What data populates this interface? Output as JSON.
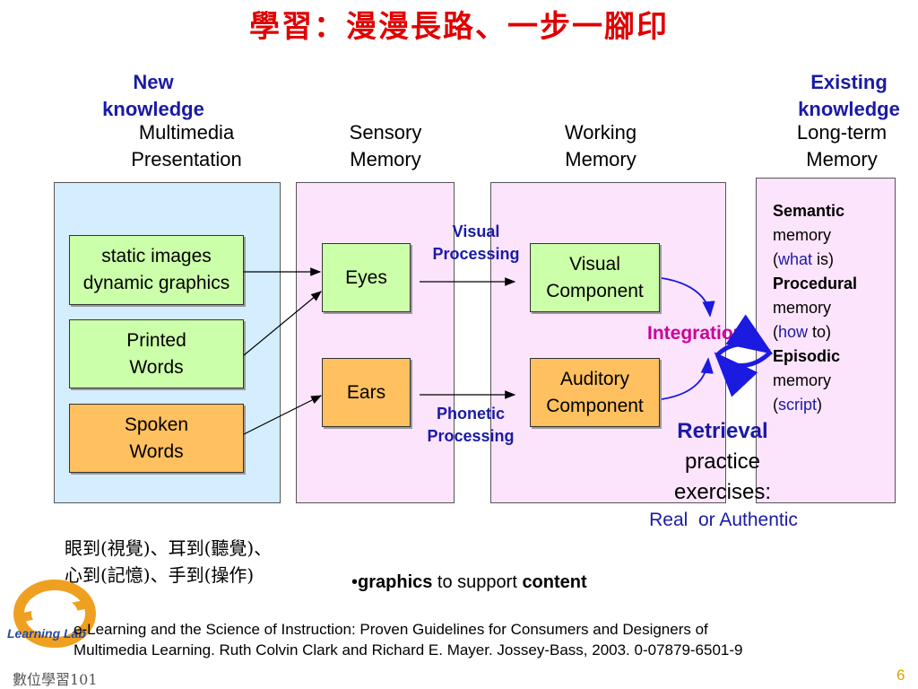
{
  "title": "學習：漫漫長路、一步一腳印",
  "new_knowledge": "New knowledge",
  "existing_knowledge": "Existing knowledge",
  "columns": {
    "multimedia": "Multimedia Presentation",
    "sensory": "Sensory Memory",
    "working": "Working Memory",
    "longterm": "Long-term Memory"
  },
  "presentation_boxes": {
    "images": "static images dynamic graphics",
    "printed": "Printed Words",
    "spoken": "Spoken Words"
  },
  "sensory_boxes": {
    "eyes": "Eyes",
    "ears": "Ears"
  },
  "processing": {
    "visual": "Visual Processing",
    "phonetic": "Phonetic Processing"
  },
  "working_boxes": {
    "visual": "Visual Component",
    "auditory": "Auditory Component"
  },
  "integration": "Integration",
  "longterm_memory": {
    "semantic": "Semantic",
    "semantic_mem": "memory",
    "semantic_open": "(",
    "semantic_q": "what",
    "semantic_close": " is)",
    "procedural": "Procedural",
    "procedural_mem": "memory",
    "procedural_open": "(",
    "procedural_q": "how",
    "procedural_close": " to)",
    "episodic": "Episodic",
    "episodic_mem": "memory",
    "episodic_open": "(",
    "episodic_q": "script",
    "episodic_close": ")"
  },
  "retrieval": {
    "title": "Retrieval",
    "line1": "practice",
    "line2": "exercises:",
    "real": "Real  or Authentic"
  },
  "chinese_note": {
    "line1": "眼到(視覺)、耳到(聽覺)、",
    "line2": "心到(記憶)、手到(操作)"
  },
  "graphics_note": {
    "bullet": "•",
    "graphics": "graphics",
    "mid": " to support ",
    "content": "content"
  },
  "citation": {
    "line1": "e-Learning and the Science of Instruction: Proven Guidelines for Consumers and Designers of",
    "line2": "Multimedia Learning. Ruth Colvin Clark and Richard E. Mayer. Jossey-Bass, 2003. 0-07879-6501-9"
  },
  "logo_text": "Learning Lab",
  "footer": {
    "course": "數位學習101",
    "page": "6"
  },
  "colors": {
    "title": "#e00000",
    "keyword": "#1a1aa6",
    "integration": "#cc0099",
    "presentation_panel": "#d4eeff",
    "sensory_panel": "#fde4fd",
    "working_panel": "#fde4fd",
    "longterm_panel": "#fde4fd",
    "green_box": "#ccffaa",
    "orange_box": "#ffc060"
  }
}
